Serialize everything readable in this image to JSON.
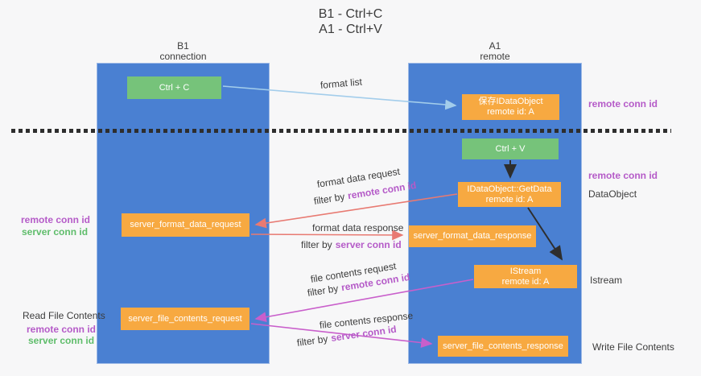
{
  "title": {
    "line1": "B1 - Ctrl+C",
    "line2": "A1 - Ctrl+V"
  },
  "lifelines": {
    "left": {
      "name": "B1",
      "role": "connection"
    },
    "right": {
      "name": "A1",
      "role": "remote"
    }
  },
  "nodes": {
    "ctrl_c": "Ctrl + C",
    "ctrl_v": "Ctrl + V",
    "save_dataobject": {
      "line1": "保存IDataObject",
      "line2": "remote id: A"
    },
    "getdata": {
      "line1": "IDataObject::GetData",
      "line2": "remote id: A"
    },
    "istream": {
      "line1": "IStream",
      "line2": "remote id: A"
    },
    "server_format_data_request": "server_format_data_request",
    "server_format_data_response": "server_format_data_response",
    "server_file_contents_request": "server_file_contents_request",
    "server_file_contents_response": "server_file_contents_response"
  },
  "edge_labels": {
    "format_list": "format list",
    "format_data_request": "format data request",
    "format_data_response": "format data response",
    "file_contents_request": "file contents request",
    "file_contents_response": "file contents response",
    "filter_by": "filter by",
    "remote_conn_id": "remote conn id",
    "server_conn_id": "server conn id"
  },
  "side_labels": {
    "remote_conn_id": "remote conn id",
    "server_conn_id": "server conn id",
    "dataobject": "DataObject",
    "istream": "Istream",
    "read_file_contents": "Read File Contents",
    "write_file_contents": "Write File Contents"
  },
  "colors": {
    "lifeline_blue": "#4a80d2",
    "node_orange": "#f7a941",
    "node_green": "#76c37a",
    "arrow_lightblue": "#a3cdeb",
    "arrow_red": "#e87a72",
    "arrow_magenta": "#c95fcb",
    "arrow_black": "#2e2e2e",
    "text_purple": "#b55bc8",
    "text_green": "#5fbd6b",
    "background": "#f7f7f8"
  }
}
